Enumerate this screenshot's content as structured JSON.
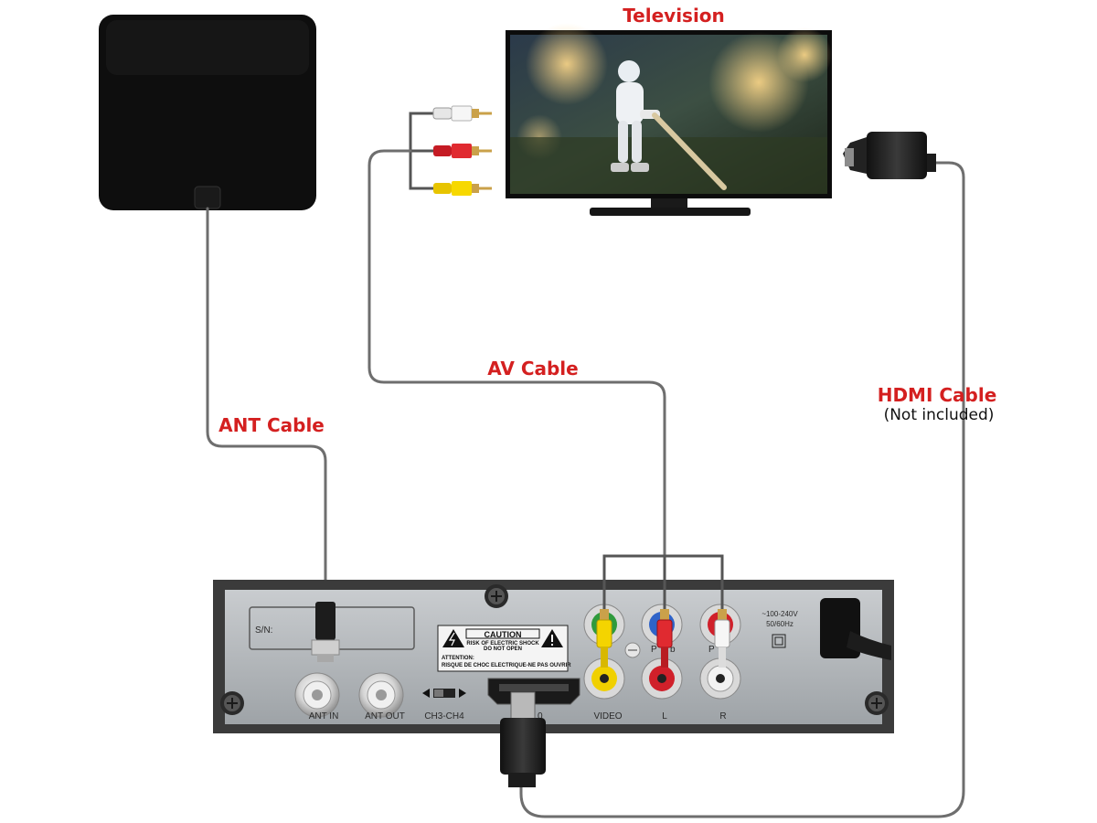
{
  "labels": {
    "television": "Television",
    "av_cable": "AV Cable",
    "ant_cable": "ANT Cable",
    "hdmi_cable": "HDMI Cable",
    "hdmi_note": "(Not included)"
  },
  "panel": {
    "serial": "S/N:",
    "caution_title": "CAUTION",
    "caution_line1": "RISK OF ELECTRIC SHOCK",
    "caution_line2": "DO NOT OPEN",
    "attention_line1": "ATTENTION:",
    "attention_line2": "RISQUE DE CHOC ELECTRIQUE-NE PAS OUVRIR",
    "ant_in": "ANT IN",
    "ant_out": "ANT OUT",
    "channel_switch": "CH3-CH4",
    "hdmi_port_fragment": "0",
    "video": "VIDEO",
    "left": "L",
    "right": "R",
    "pb_fragment": "P",
    "pb_fragment2": "b",
    "pr_fragment": "P",
    "voltage": "~100-240V",
    "frequency": "50/60Hz"
  },
  "colors": {
    "label_red": "#d42020",
    "rca_white": "#f2f2f2",
    "rca_red": "#d8202a",
    "rca_yellow": "#f0d000",
    "jack_green": "#2f9a3c",
    "jack_blue": "#2f63c8",
    "jack_red": "#d0202a"
  }
}
